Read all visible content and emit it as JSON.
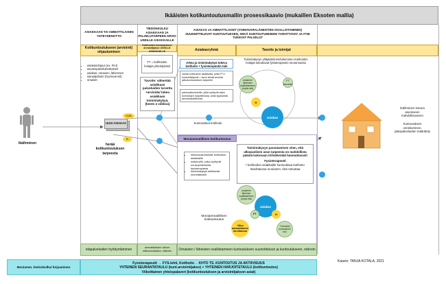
{
  "title": "Ikääisten kotikuntoutusmallin prosessikaavio (mukaillen Eksoten mallia)",
  "columns": {
    "c1": "ASIAKKAAN TAI AMMATTILAISEN YHTEYDENOTTO",
    "c2": "TIEDONKULKU ASIAKKAAN JA PALVELUTARPEEN ARVIO USEILLE ASIAKKAILLE",
    "c3": "ASIAKAS JA AMMATTILAISET (VOIMAVARALÄHEISTEN OSALLISTAMINEN) SUUNNITTELEVAT KUNTOUTUKSEN, SEKÄ KUNTOUTUMISEEN TARVITTAVAT JA ITSE TUKEVAT PALVELUT"
  },
  "subheaders": {
    "s1": "Kotikuntoutukseen (arviointi) ohjautuminen",
    "s2": "Kotihoidon kuntoutuksen arviointijakso USEILLE ASIAKKAILLE",
    "s3": "Asiakasryhmä",
    "s4": "Tavoite ja toimijat"
  },
  "left_list": [
    "asiakasohjaus (ex. RAI)",
    "asumispalvelukeskukset",
    "asiakas, omainen, lähiennen",
    "sairaaljahoito (hyvinvoinnit)",
    "omaiset"
  ],
  "actor": "Ikäihminen",
  "decisions": {
    "yes": "Kyllä",
    "no": "Ei"
  },
  "intake_box": "UUSI ASIAKAS",
  "need_text": "herää kotikuntoutuksen tarpeesta",
  "pt_box": "FT = kotihoidon hoitajat yhteistyössä",
  "goal_text": "Tavoite: vähentää asiakkaan palveluiden tarvetta +arvioida/ tukea asiakkaan toimintakykyä, (kesto 4 viikkoa)",
  "group_boxes": [
    "Arkea ja toimintakykyä tukeva kotihoito + fysioterapeutin tuki",
    "useita kotihoidon asiakkaita, joilla FT:n kontrollikäynnit + tarve tehdä arvioita jatkokuntoutuksen tarpeelle",
    "parempikuntoisille, joilla hyötyvät arjen toimintojen harjoittelusta, sekä fyysisestä perusharjoittelusta"
  ],
  "kuntouttava": "Kuntouttava kotihoito",
  "tavoite1": "Toimintakyvyn ylläpitäminen/tukeminen Kotihoidon hoitajat toteuttavat fysioterapeutin seurannassa",
  "circles1": {
    "omainen": "omainen/ läheinen osallistaminen (myös etä)",
    "ft": "FT seuranta",
    "h": "H",
    "asiakas": "asiakas"
  },
  "moni_label": "Moniammatillinen kotikuntoutus",
  "moni_bullets": [
    "heikompikuntoisille kotihoidon asiakkaille",
    "kotiutuville, jotka hyötyvät nousujohteisesta fysioterapiasta",
    "toimintakykyä aktiivisesti menettäneille"
  ],
  "moni_caption": "Moniammatillinen kotikuntoutus",
  "tavoite2": {
    "goal": "Toimintakyvyn parantaminen siten, että ulkopuolisen avun tarpeesta on mahdollista päästä kokonaan irti/vähentää huomattavasti",
    "ft_title": "Fysioterapeutti",
    "ft_line1": "• kotihoidon asiakkaille kuntouttava kotihoito",
    "ft_line2": "•tarvittaessa moniamm. tiimi toteuttaa"
  },
  "circles2": {
    "omainen": "omainen/ läheinen osallistaminen (myös etä)",
    "asiakas": "asiakas",
    "ft": "FT",
    "h": "H",
    "muu": "+Muu ammattilainen tarvittaessa",
    "geriatri": "+Geriatrin konsultointi tuki"
  },
  "home_text1": "Ikäihminen kotona asumiseen mahdollisuuteen",
  "home_text2": "Kuntoutuksen onnistuminen, jatkopalveluiden määrittely",
  "bottom_green": {
    "g1": "etäpalveluiden hyödyntäminen",
    "g2": "ammattilaisten väliset etäkonsultaatiot, etähoito",
    "g3": "Omaisten / läheisten osallistaminen kuntoutuksen suunnitteluun ja kuntoutukseen, etänoin"
  },
  "footer_label": "Moniamm. tiedonkulku/ kirjaaminen",
  "footer_lines": [
    "Fysioterapeutti → FYS-lehti, Kotihoito→ KHTO TS. KUNTOUTUS JA AKTIIVISUUS",
    "YHTEINEN SEURANTATAULU (kunt.arviointijakso) + YHTEINEN HARJOITETAULU (kotikuntoutus)",
    "Viikoittainen yhteispalaveri (kotikuntoutuksen ja arviointijakson asiat)"
  ],
  "credit": "Kaavio: TANJA KOTALA, 2021",
  "colors": {
    "header_gray": "#d9d9d9",
    "sub_yellow": "#ffe699",
    "green": "#c6e0b4",
    "cyan": "#9be7ee",
    "purple": "#b4a7d6",
    "blue_circle": "#2fa3e6",
    "dark_blue": "#1a9bd7",
    "circle_green": "#93d9b5",
    "yellow": "#ffd43b",
    "house_orange": "#f4a340"
  }
}
